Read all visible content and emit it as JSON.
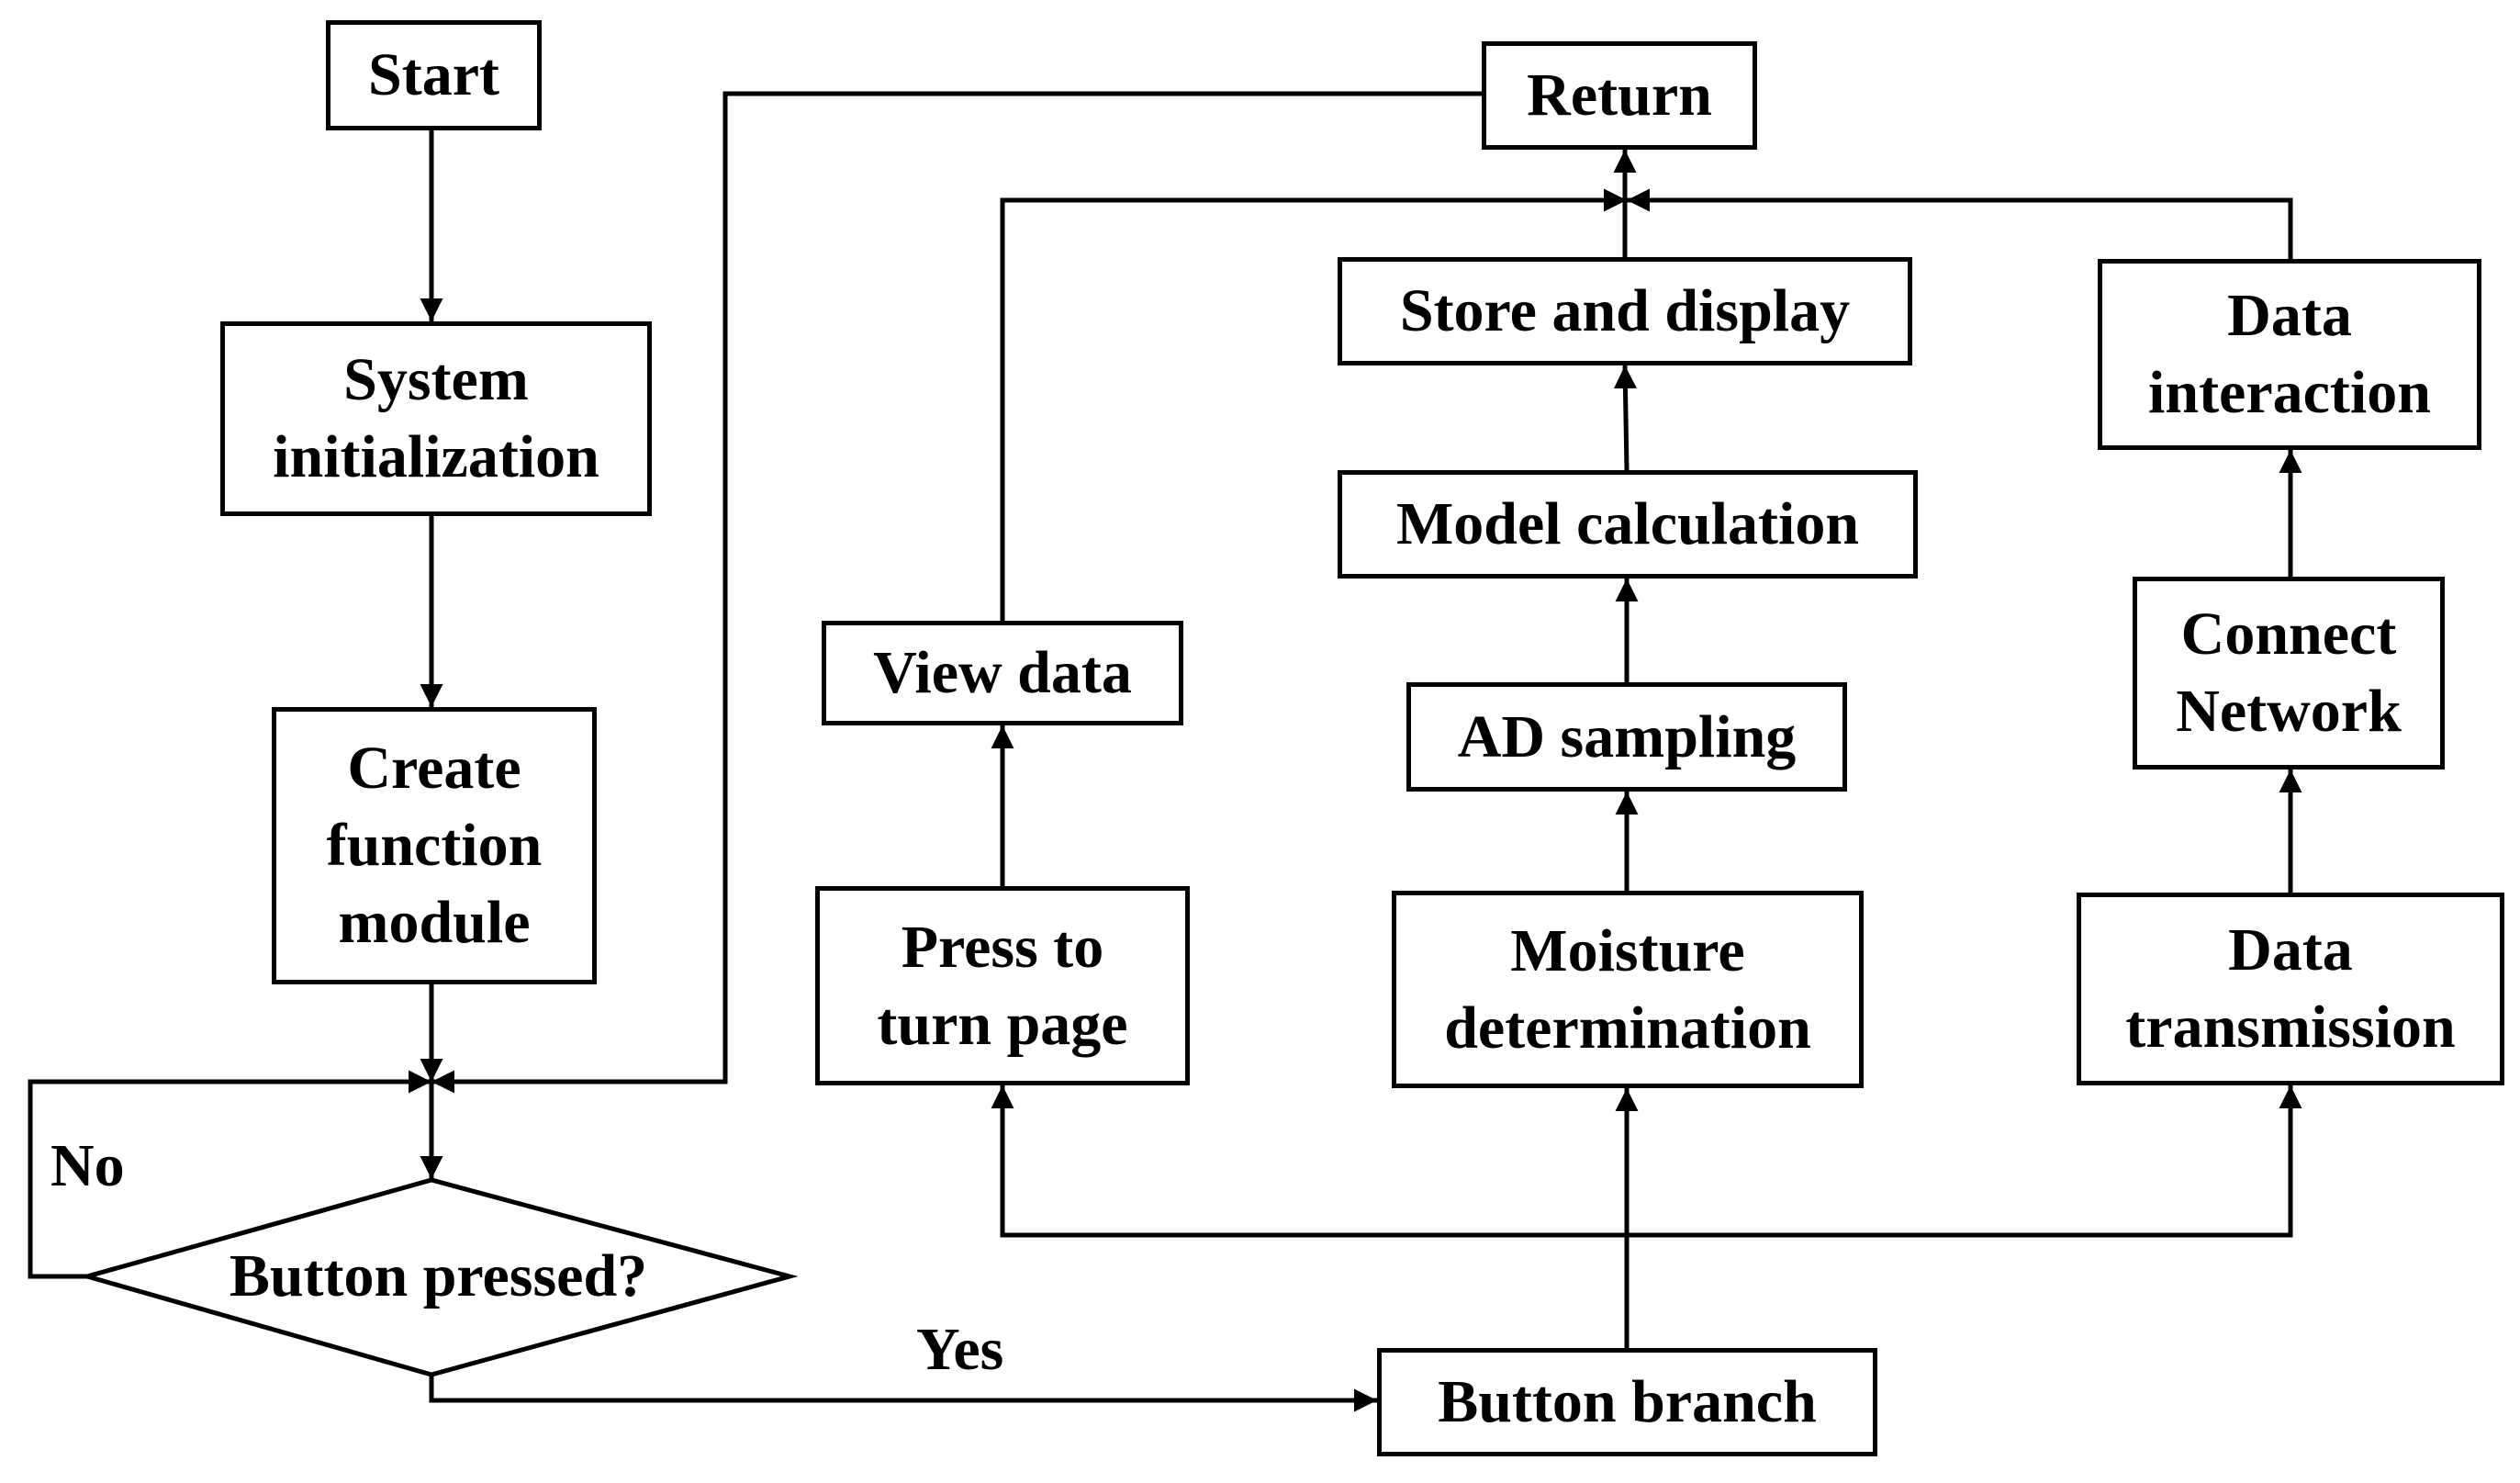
{
  "nodes": {
    "start": "Start",
    "system_init": "System\ninitialization",
    "create_module": "Create\nfunction\nmodule",
    "button_pressed": "Button pressed?",
    "button_branch": "Button branch",
    "return": "Return",
    "view_data": "View data",
    "press_turn_page": "Press to\nturn page",
    "store_display": "Store and display",
    "model_calc": "Model calculation",
    "ad_sampling": "AD sampling",
    "moisture": "Moisture\ndetermination",
    "data_interaction": "Data\ninteraction",
    "connect_network": "Connect\nNetwork",
    "data_transmission": "Data\ntransmission"
  },
  "edge_labels": {
    "no": "No",
    "yes": "Yes"
  },
  "colors": {
    "line": "#000000",
    "background": "#ffffff"
  }
}
